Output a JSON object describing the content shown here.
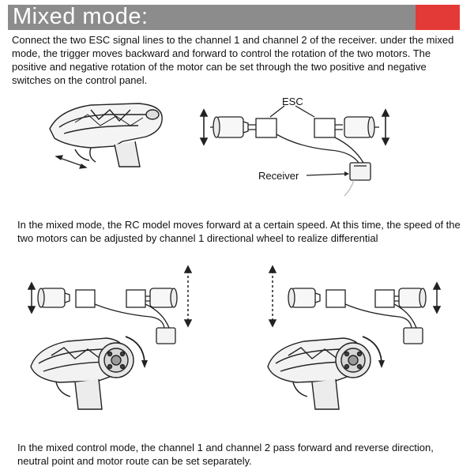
{
  "header": {
    "title": "Mixed mode:",
    "bar_color": "#8c8c8c",
    "accent_color": "#e43a37"
  },
  "paragraphs": {
    "intro": "Connect the two ESC signal lines to the channel 1 and channel 2 of the receiver. under the mixed mode, the trigger moves backward and forward to control the rotation of the two motors. The positive and negative rotation of the motor can be set through the two positive and negative switches on the control panel.",
    "forward_speed": "In the mixed mode, the RC model moves forward at a certain speed. At this time, the speed of the two motors can be adjusted by channel 1 directional wheel to realize differential",
    "separate_setting": "In the mixed control mode, the channel 1 and channel 2 pass forward and reverse direction, neutral point and motor route can be set separately."
  },
  "figure_labels": {
    "esc": "ESC",
    "receiver": "Receiver"
  },
  "icons": {
    "transmitter_trigger": "transmitter-trigger-illustration",
    "transmitter_wheel": "transmitter-wheel-illustration",
    "motor": "motor-icon",
    "esc_box": "esc-box-icon",
    "receiver_box": "receiver-icon",
    "rotation_arrow": "bidirectional-arrow-icon"
  }
}
